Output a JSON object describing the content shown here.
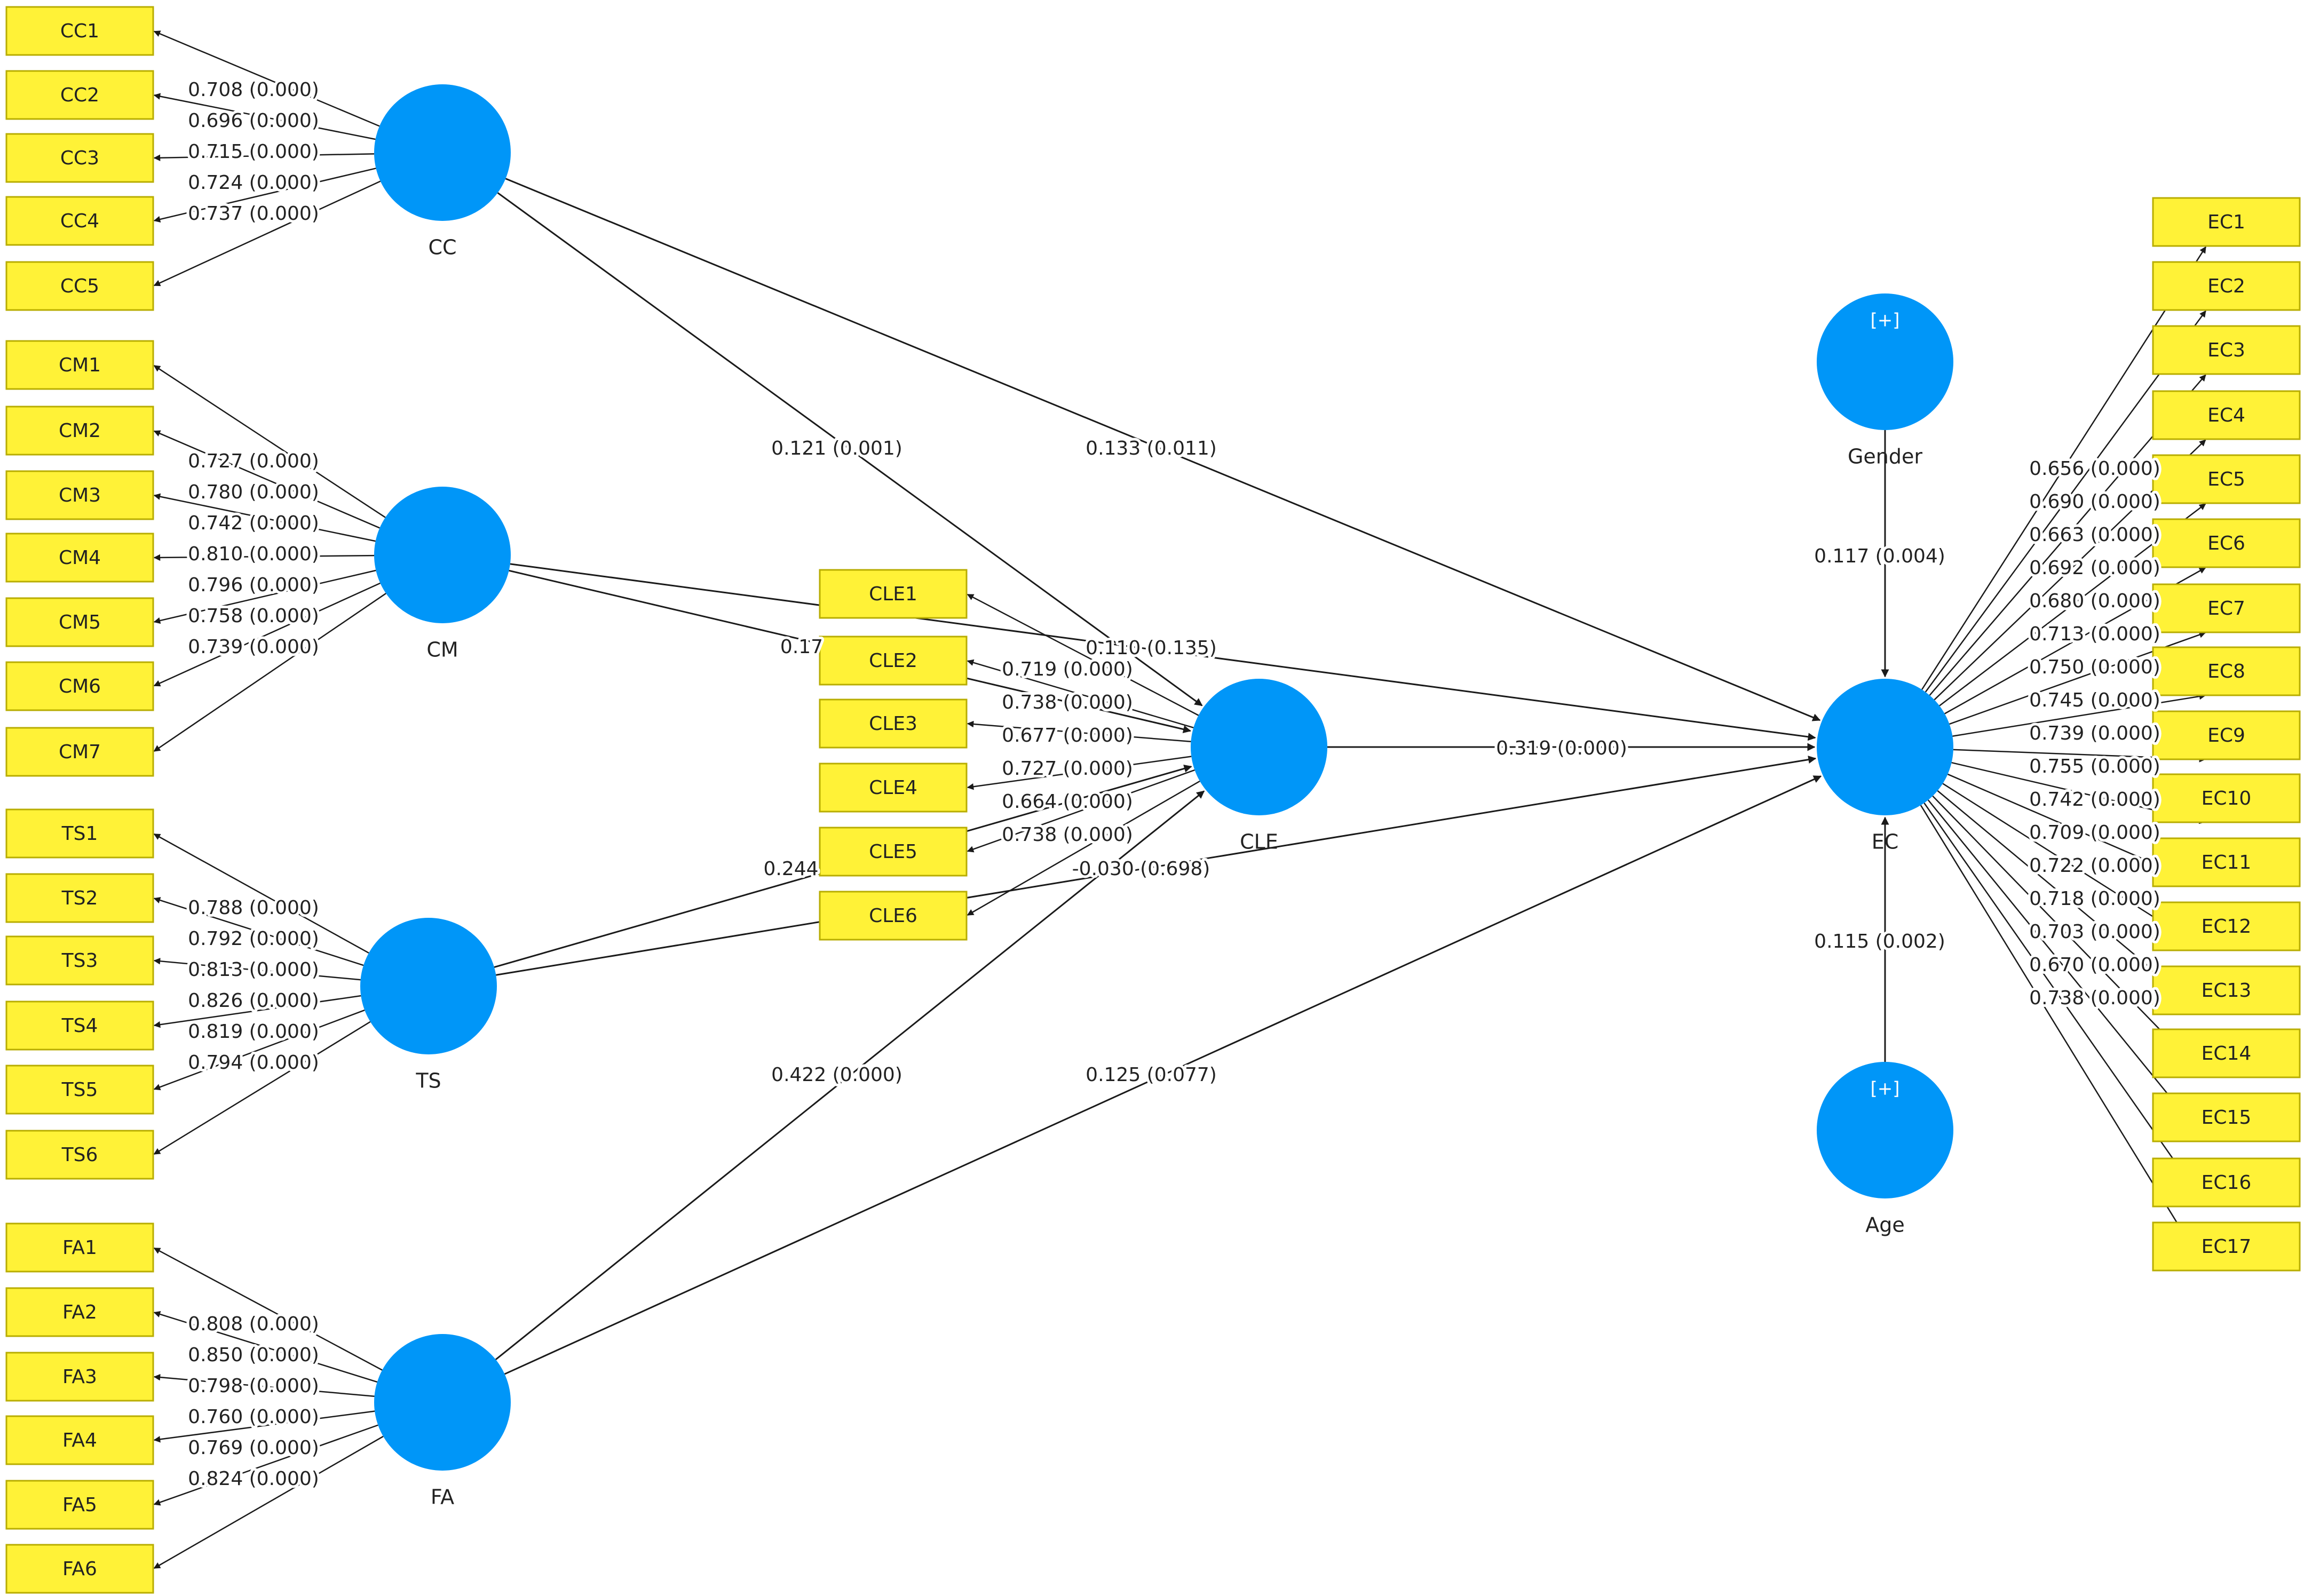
{
  "colors": {
    "latent_fill": "#0096F8",
    "indicator_fill": "#FFF237",
    "indicator_stroke": "#B8AD00",
    "path_color": "#1a1a1a",
    "text_color": "#222222",
    "background": "#FFFFFF"
  },
  "latents": [
    {
      "id": "CC",
      "label": "CC"
    },
    {
      "id": "CM",
      "label": "CM"
    },
    {
      "id": "TS",
      "label": "TS"
    },
    {
      "id": "FA",
      "label": "FA"
    },
    {
      "id": "CLE",
      "label": "CLE"
    },
    {
      "id": "EC",
      "label": "EC"
    },
    {
      "id": "Gender",
      "label": "Gender",
      "badge": "[+]"
    },
    {
      "id": "Age",
      "label": "Age",
      "badge": "[+]"
    }
  ],
  "indicators": [
    {
      "id": "CC1",
      "latent": "CC",
      "label": "CC1",
      "loading": "0.708 (0.000)"
    },
    {
      "id": "CC2",
      "latent": "CC",
      "label": "CC2",
      "loading": "0.696 (0.000)"
    },
    {
      "id": "CC3",
      "latent": "CC",
      "label": "CC3",
      "loading": "0.715 (0.000)"
    },
    {
      "id": "CC4",
      "latent": "CC",
      "label": "CC4",
      "loading": "0.724 (0.000)"
    },
    {
      "id": "CC5",
      "latent": "CC",
      "label": "CC5",
      "loading": "0.737 (0.000)"
    },
    {
      "id": "CM1",
      "latent": "CM",
      "label": "CM1",
      "loading": "0.727 (0.000)"
    },
    {
      "id": "CM2",
      "latent": "CM",
      "label": "CM2",
      "loading": "0.780 (0.000)"
    },
    {
      "id": "CM3",
      "latent": "CM",
      "label": "CM3",
      "loading": "0.742 (0.000)"
    },
    {
      "id": "CM4",
      "latent": "CM",
      "label": "CM4",
      "loading": "0.810 (0.000)"
    },
    {
      "id": "CM5",
      "latent": "CM",
      "label": "CM5",
      "loading": "0.796 (0.000)"
    },
    {
      "id": "CM6",
      "latent": "CM",
      "label": "CM6",
      "loading": "0.758 (0.000)"
    },
    {
      "id": "CM7",
      "latent": "CM",
      "label": "CM7",
      "loading": "0.739 (0.000)"
    },
    {
      "id": "TS1",
      "latent": "TS",
      "label": "TS1",
      "loading": "0.788 (0.000)"
    },
    {
      "id": "TS2",
      "latent": "TS",
      "label": "TS2",
      "loading": "0.792 (0.000)"
    },
    {
      "id": "TS3",
      "latent": "TS",
      "label": "TS3",
      "loading": "0.813 (0.000)"
    },
    {
      "id": "TS4",
      "latent": "TS",
      "label": "TS4",
      "loading": "0.826 (0.000)"
    },
    {
      "id": "TS5",
      "latent": "TS",
      "label": "TS5",
      "loading": "0.819 (0.000)"
    },
    {
      "id": "TS6",
      "latent": "TS",
      "label": "TS6",
      "loading": "0.794 (0.000)"
    },
    {
      "id": "FA1",
      "latent": "FA",
      "label": "FA1",
      "loading": "0.808 (0.000)"
    },
    {
      "id": "FA2",
      "latent": "FA",
      "label": "FA2",
      "loading": "0.850 (0.000)"
    },
    {
      "id": "FA3",
      "latent": "FA",
      "label": "FA3",
      "loading": "0.798 (0.000)"
    },
    {
      "id": "FA4",
      "latent": "FA",
      "label": "FA4",
      "loading": "0.760 (0.000)"
    },
    {
      "id": "FA5",
      "latent": "FA",
      "label": "FA5",
      "loading": "0.769 (0.000)"
    },
    {
      "id": "FA6",
      "latent": "FA",
      "label": "FA6",
      "loading": "0.824 (0.000)"
    },
    {
      "id": "CLE1",
      "latent": "CLE",
      "label": "CLE1",
      "loading": "0.719 (0.000)"
    },
    {
      "id": "CLE2",
      "latent": "CLE",
      "label": "CLE2",
      "loading": "0.738 (0.000)"
    },
    {
      "id": "CLE3",
      "latent": "CLE",
      "label": "CLE3",
      "loading": "0.677 (0.000)"
    },
    {
      "id": "CLE4",
      "latent": "CLE",
      "label": "CLE4",
      "loading": "0.727 (0.000)"
    },
    {
      "id": "CLE5",
      "latent": "CLE",
      "label": "CLE5",
      "loading": "0.664 (0.000)"
    },
    {
      "id": "CLE6",
      "latent": "CLE",
      "label": "CLE6",
      "loading": "0.738 (0.000)"
    },
    {
      "id": "EC1",
      "latent": "EC",
      "label": "EC1",
      "loading": "0.656 (0.000)"
    },
    {
      "id": "EC2",
      "latent": "EC",
      "label": "EC2",
      "loading": "0.690 (0.000)"
    },
    {
      "id": "EC3",
      "latent": "EC",
      "label": "EC3",
      "loading": "0.663 (0.000)"
    },
    {
      "id": "EC4",
      "latent": "EC",
      "label": "EC4",
      "loading": "0.692 (0.000)"
    },
    {
      "id": "EC5",
      "latent": "EC",
      "label": "EC5",
      "loading": "0.680 (0.000)"
    },
    {
      "id": "EC6",
      "latent": "EC",
      "label": "EC6",
      "loading": "0.713 (0.000)"
    },
    {
      "id": "EC7",
      "latent": "EC",
      "label": "EC7",
      "loading": "0.750 (0.000)"
    },
    {
      "id": "EC8",
      "latent": "EC",
      "label": "EC8",
      "loading": "0.745 (0.000)"
    },
    {
      "id": "EC9",
      "latent": "EC",
      "label": "EC9",
      "loading": "0.739 (0.000)"
    },
    {
      "id": "EC10",
      "latent": "EC",
      "label": "EC10",
      "loading": "0.755 (0.000)"
    },
    {
      "id": "EC11",
      "latent": "EC",
      "label": "EC11",
      "loading": "0.742 (0.000)"
    },
    {
      "id": "EC12",
      "latent": "EC",
      "label": "EC12",
      "loading": "0.709 (0.000)"
    },
    {
      "id": "EC13",
      "latent": "EC",
      "label": "EC13",
      "loading": "0.722 (0.000)"
    },
    {
      "id": "EC14",
      "latent": "EC",
      "label": "EC14",
      "loading": "0.718 (0.000)"
    },
    {
      "id": "EC15",
      "latent": "EC",
      "label": "EC15",
      "loading": "0.703 (0.000)"
    },
    {
      "id": "EC16",
      "latent": "EC",
      "label": "EC16",
      "loading": "0.670 (0.000)"
    },
    {
      "id": "EC17",
      "latent": "EC",
      "label": "EC17",
      "loading": "0.738 (0.000)"
    }
  ],
  "paths": [
    {
      "from": "CC",
      "to": "CLE",
      "label": "0.121 (0.001)"
    },
    {
      "from": "CC",
      "to": "EC",
      "label": "0.133 (0.011)"
    },
    {
      "from": "CM",
      "to": "CLE",
      "label": "0.17"
    },
    {
      "from": "CM",
      "to": "EC",
      "label": "0.110 (0.135)"
    },
    {
      "from": "TS",
      "to": "CLE",
      "label": "0.244"
    },
    {
      "from": "TS",
      "to": "EC",
      "label": "-0.030 (0.698)"
    },
    {
      "from": "FA",
      "to": "CLE",
      "label": "0.422 (0.000)"
    },
    {
      "from": "FA",
      "to": "EC",
      "label": "0.125 (0.077)"
    },
    {
      "from": "CLE",
      "to": "EC",
      "label": "0.319 (0.000)"
    },
    {
      "from": "Gender",
      "to": "EC",
      "label": "0.117 (0.004)"
    },
    {
      "from": "Age",
      "to": "EC",
      "label": "0.115 (0.002)"
    }
  ]
}
